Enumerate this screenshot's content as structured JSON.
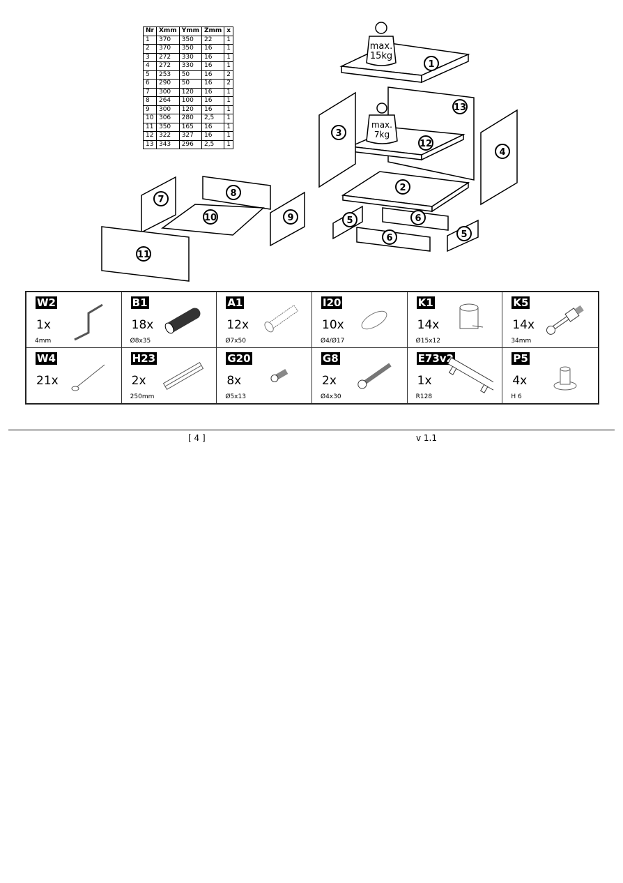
{
  "parts_table": {
    "headers": [
      "Nr",
      "Xmm",
      "Ymm",
      "Zmm",
      "x"
    ],
    "rows": [
      [
        "1",
        "370",
        "350",
        "22",
        "1"
      ],
      [
        "2",
        "370",
        "350",
        "16",
        "1"
      ],
      [
        "3",
        "272",
        "330",
        "16",
        "1"
      ],
      [
        "4",
        "272",
        "330",
        "16",
        "1"
      ],
      [
        "5",
        "253",
        "50",
        "16",
        "2"
      ],
      [
        "6",
        "290",
        "50",
        "16",
        "2"
      ],
      [
        "7",
        "300",
        "120",
        "16",
        "1"
      ],
      [
        "8",
        "264",
        "100",
        "16",
        "1"
      ],
      [
        "9",
        "300",
        "120",
        "16",
        "1"
      ],
      [
        "10",
        "306",
        "280",
        "2,5",
        "1"
      ],
      [
        "11",
        "350",
        "165",
        "16",
        "1"
      ],
      [
        "12",
        "322",
        "327",
        "16",
        "1"
      ],
      [
        "13",
        "343",
        "296",
        "2,5",
        "1"
      ]
    ]
  },
  "diagram": {
    "weight_top": {
      "line1": "max.",
      "line2": "15kg"
    },
    "weight_shelf": {
      "line1": "max.",
      "line2": "7kg"
    },
    "labels": {
      "p1": "1",
      "p2": "2",
      "p3": "3",
      "p4": "4",
      "p5a": "5",
      "p5b": "5",
      "p6a": "6",
      "p6b": "6",
      "p7": "7",
      "p8": "8",
      "p9": "9",
      "p10": "10",
      "p11": "11",
      "p12": "12",
      "p13": "13"
    }
  },
  "hardware": [
    {
      "code": "W2",
      "qty": "1x",
      "size": "4mm",
      "icon": "allen-key-icon"
    },
    {
      "code": "B1",
      "qty": "18x",
      "size": "Ø8x35",
      "icon": "dowel-icon"
    },
    {
      "code": "A1",
      "qty": "12x",
      "size": "Ø7x50",
      "icon": "confirmat-screw-icon"
    },
    {
      "code": "I20",
      "qty": "10x",
      "size": "Ø4/Ø17",
      "icon": "cover-cap-icon"
    },
    {
      "code": "K1",
      "qty": "14x",
      "size": "Ø15x12",
      "icon": "cam-lock-icon"
    },
    {
      "code": "K5",
      "qty": "14x",
      "size": "34mm",
      "icon": "cam-bolt-icon"
    },
    {
      "code": "W4",
      "qty": "21x",
      "size": "",
      "icon": "nail-icon"
    },
    {
      "code": "H23",
      "qty": "2x",
      "size": "250mm",
      "icon": "drawer-slide-icon"
    },
    {
      "code": "G20",
      "qty": "8x",
      "size": "Ø5x13",
      "icon": "short-screw-icon"
    },
    {
      "code": "G8",
      "qty": "2x",
      "size": "Ø4x30",
      "icon": "wood-screw-icon"
    },
    {
      "code": "E73v2",
      "qty": "1x",
      "size": "R128",
      "icon": "handle-icon"
    },
    {
      "code": "P5",
      "qty": "4x",
      "size": "H 6",
      "icon": "foot-glide-icon"
    }
  ],
  "footer": {
    "page": "[ 4 ]",
    "version": "v 1.1"
  }
}
